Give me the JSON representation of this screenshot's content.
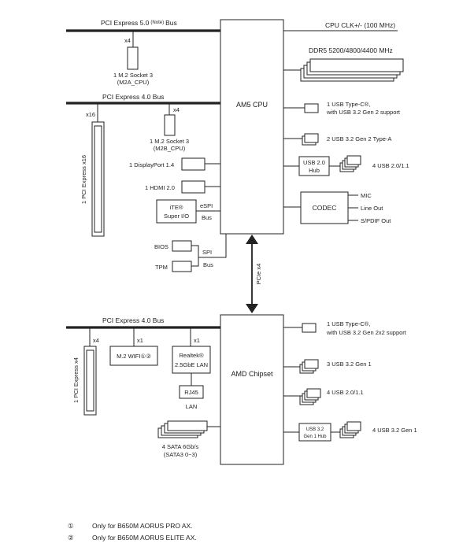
{
  "top": {
    "pcie5_bus": "PCI Express 5.0",
    "pcie5_note": "(Note)",
    "pcie5_bus_suffix": "Bus",
    "x4_m2a": "x4",
    "m2a_line1": "1 M.2 Socket 3",
    "m2a_line2": "(M2A_CPU)",
    "pcie4_bus": "PCI Express 4.0 Bus",
    "x16": "x16",
    "pcie_x16_slot": "1 PCI Express x16",
    "x4_m2b": "x4",
    "m2b_line1": "1 M.2 Socket 3",
    "m2b_line2": "(M2B_CPU)",
    "displayport": "1 DisplayPort 1.4",
    "hdmi": "1 HDMI 2.0",
    "ite_line1": "iTE®",
    "ite_line2": "Super I/O",
    "espi": "eSPI",
    "espi_bus": "Bus",
    "bios": "BIOS",
    "spi": "SPI",
    "tpm": "TPM",
    "spi_bus": "Bus",
    "cpu": "AM5 CPU",
    "cpu_clk": "CPU CLK+/- (100 MHz)",
    "ddr5": "DDR5 5200/4800/4400 MHz",
    "usbc_line1": "1 USB Type-C®,",
    "usbc_line2": "with USB 3.2 Gen 2 support",
    "usb32_typea": "2 USB 3.2 Gen 2 Type-A",
    "usb20_hub_line1": "USB 2.0",
    "usb20_hub_line2": "Hub",
    "usb20_4": "4 USB 2.0/1.1",
    "codec": "CODEC",
    "mic": "MIC",
    "line_out": "Line Out",
    "spdif": "S/PDIF Out",
    "pcie_x4_link": "PCIe x4"
  },
  "bottom": {
    "pcie4_bus": "PCI Express 4.0 Bus",
    "x4_slot": "x4",
    "pcie_x4_slot": "1 PCI Express x4",
    "x1_wifi": "x1",
    "wifi": "M.2 WIFI①②",
    "x1_lan": "x1",
    "realtek_line1": "Realtek®",
    "realtek_line2": "2.5GbE LAN",
    "rj45": "RJ45",
    "lan": "LAN",
    "sata_line1": "4 SATA 6Gb/s",
    "sata_line2": "(SATA3 0~3)",
    "chipset": "AMD Chipset",
    "usbc_line1": "1 USB Type-C®,",
    "usbc_line2": "with USB 3.2 Gen 2x2 support",
    "usb32_gen1": "3 USB 3.2 Gen 1",
    "usb20_4": "4 USB 2.0/1.1",
    "hub_line1": "USB 3.2",
    "hub_line2": "Gen 1 Hub",
    "usb32_gen1_4": "4 USB 3.2 Gen 1"
  },
  "notes": [
    {
      "mark": "①",
      "text": "Only for B650M AORUS PRO AX."
    },
    {
      "mark": "②",
      "text": "Only for B650M AORUS ELITE AX."
    }
  ]
}
